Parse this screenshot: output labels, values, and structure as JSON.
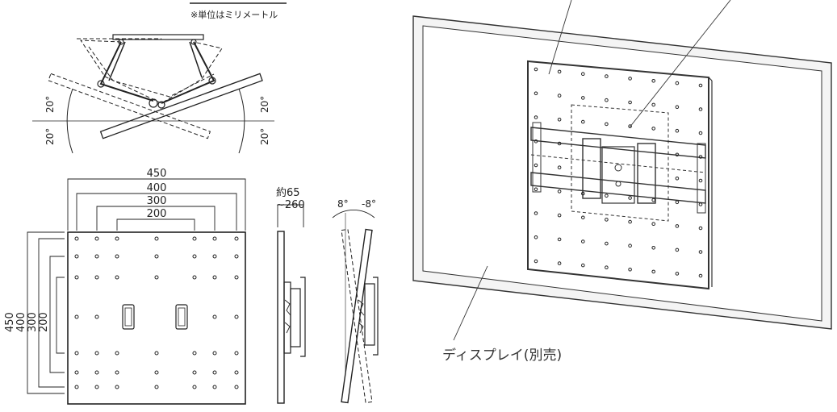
{
  "unit_note": "※単位はミリメートル",
  "swing_view": {
    "angles": [
      "20°",
      "20°",
      "20°",
      "20°"
    ]
  },
  "front_view": {
    "horizontal_dims": [
      "450",
      "400",
      "300",
      "200"
    ],
    "vertical_dims": [
      "450",
      "400",
      "300",
      "200"
    ]
  },
  "side_view": {
    "depth_label_line1": "約65",
    "depth_label_line2": "~260"
  },
  "tilt_view": {
    "tilt_up": "8°",
    "tilt_down": "-8°"
  },
  "mounted_view": {
    "display_label": "ディスプレイ(別売)"
  },
  "colors": {
    "line": "#222222",
    "wall": "#f4f4f4",
    "plate": "#ffffff"
  }
}
